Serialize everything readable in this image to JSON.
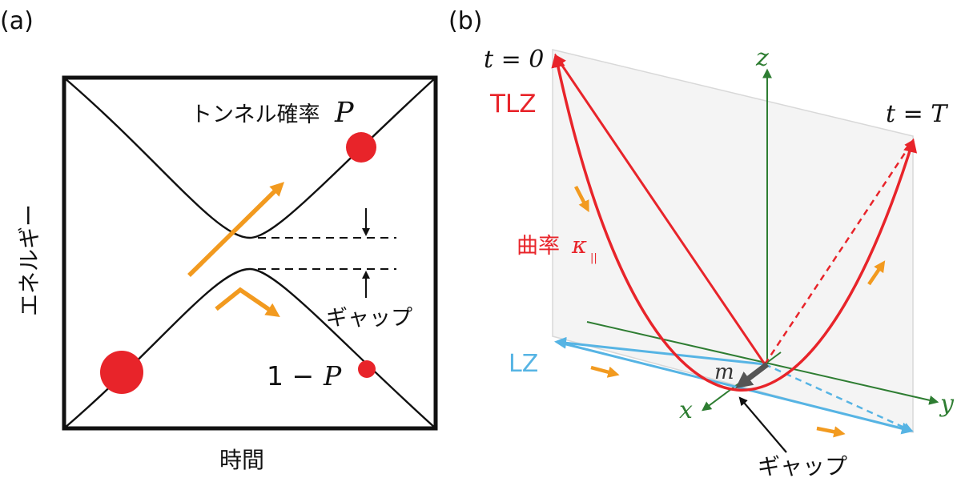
{
  "panel_a": {
    "label": "(a)",
    "y_axis_label": "エネルギー",
    "x_axis_label": "時間",
    "tunnel_label_text": "トンネル確率",
    "tunnel_label_symbol": "P",
    "stay_label_prefix": "1 −",
    "stay_label_symbol": "P",
    "gap_label": "ギャップ"
  },
  "panel_b": {
    "label": "(b)",
    "t0_label": "t = 0",
    "tT_label": "t = T",
    "tlz_label": "TLZ",
    "curvature_label": "曲率",
    "curvature_symbol": "κ",
    "curvature_subscript": "||",
    "lz_label": "LZ",
    "m_label": "m",
    "gap_label": "ギャップ",
    "axes": {
      "x": "x",
      "y": "y",
      "z": "z"
    }
  },
  "colors": {
    "red": "#e8242a",
    "orange": "#f29a1f",
    "blue": "#56b4e4",
    "green": "#2e7d32",
    "black": "#111111",
    "gray_arrow": "#555555"
  }
}
